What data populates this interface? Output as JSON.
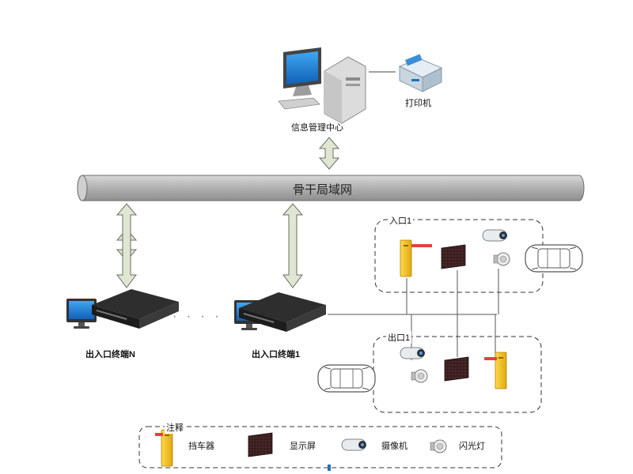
{
  "center": {
    "label": "信息管理中心"
  },
  "printer": {
    "label": "打印机"
  },
  "backbone": {
    "label": "骨干局域网"
  },
  "terminals": [
    {
      "label": "出入口终端N"
    },
    {
      "label": "出入口终端1"
    }
  ],
  "ellipsis": "· · · ·",
  "entrance": {
    "label": "入口1"
  },
  "exit": {
    "label": "出口1"
  },
  "legend": {
    "title": "注释",
    "items": [
      {
        "label": "挡车器",
        "icon": "barrier-gate-icon"
      },
      {
        "label": "显示屏",
        "icon": "display-screen-icon"
      },
      {
        "label": "摄像机",
        "icon": "camera-icon"
      },
      {
        "label": "闪光灯",
        "icon": "flash-light-icon"
      }
    ]
  },
  "colors": {
    "pipe": "#b3b3b3",
    "arrow": "#dfe6d2",
    "barrier": "#f1c21b",
    "screen": "#3a1f1f",
    "monitor": "#1a7fd6"
  }
}
